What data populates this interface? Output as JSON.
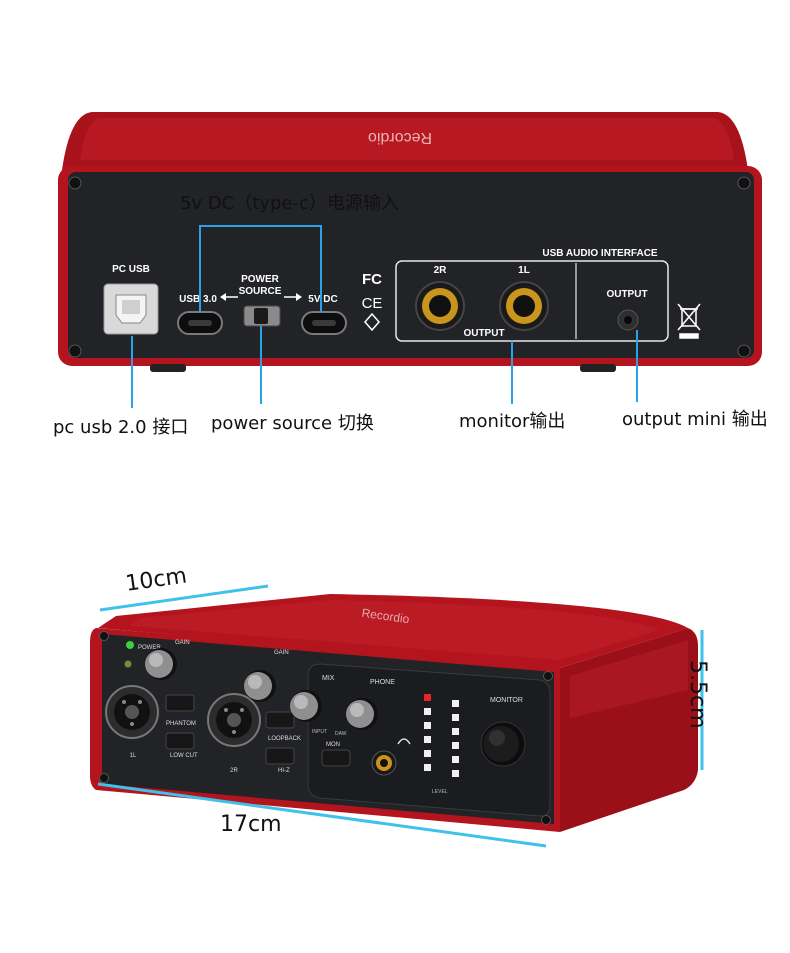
{
  "back_panel": {
    "brand": "Recordio",
    "pc_usb_label": "PC USB",
    "usb30_label": "USB 3.0",
    "power_source_label_1": "POWER",
    "power_source_label_2": "SOURCE",
    "dc5v_label": "5V DC",
    "usb_audio_interface_label": "USB AUDIO INTERFACE",
    "jack_2r_label": "2R",
    "jack_1l_label": "1L",
    "output_label": "OUTPUT",
    "output_mini_label": "OUTPUT",
    "fc_mark": "FC",
    "ce_mark": "CE"
  },
  "callouts": {
    "dc_input": "5v DC（type-c）电源输入",
    "pc_usb": "pc usb 2.0 接口",
    "power_source": "power source 切换",
    "monitor": "monitor输出",
    "output_mini": "output mini 输出"
  },
  "front_panel": {
    "brand": "Recordio",
    "power_label": "POWER",
    "gain_label": "GAIN",
    "phantom_label": "PHANTOM",
    "low_cut_label": "LOW CUT",
    "loopback_label": "LOOPBACK",
    "hiz_label": "HI-Z",
    "mix_label": "MIX",
    "phone_label": "PHONE",
    "input_label": "INPUT",
    "daw_label": "DAW",
    "mon_label": "MON",
    "monitor_label": "MONITOR",
    "level_label": "LEVEL",
    "ch1_label": "1L",
    "ch2_label": "2R"
  },
  "dimensions": {
    "width": "10cm",
    "length": "17cm",
    "height": "5.5cm"
  },
  "colors": {
    "chassis_red": "#b3141e",
    "panel_black": "#222326",
    "callout_line": "#29a3e6",
    "dimension_line": "#3fc2ea",
    "jack_gold": "#c9951c"
  }
}
